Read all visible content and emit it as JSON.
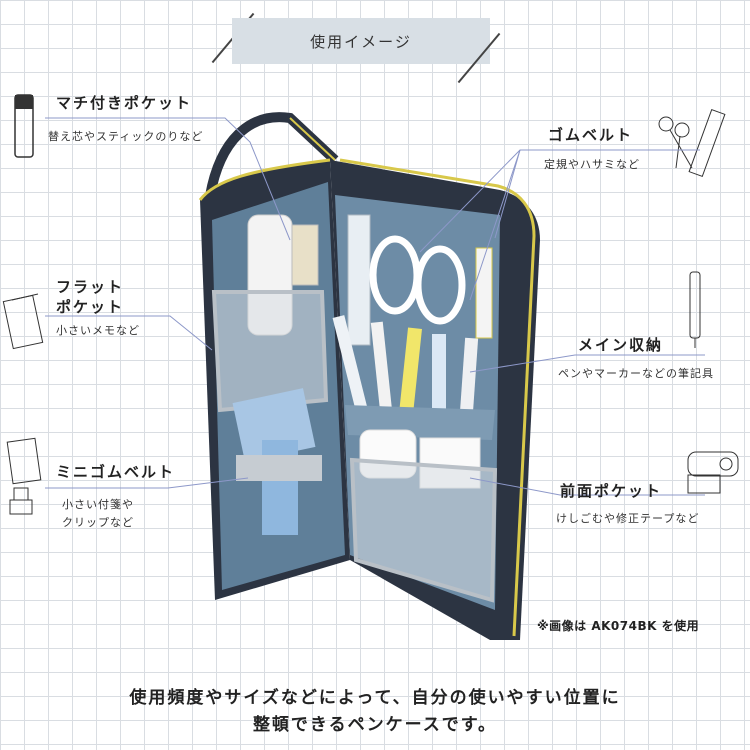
{
  "header": {
    "title": "使用イメージ"
  },
  "callouts": {
    "gusset_pocket": {
      "title": "マチ付きポケット",
      "desc": "替え芯やスティックのりなど"
    },
    "rubber_belt": {
      "title": "ゴムベルト",
      "desc": "定規やハサミなど"
    },
    "flat_pocket": {
      "title_line1": "フラット",
      "title_line2": "ポケット",
      "desc": "小さいメモなど"
    },
    "main_storage": {
      "title": "メイン収納",
      "desc": "ペンやマーカーなどの筆記具"
    },
    "mini_rubber_belt": {
      "title": "ミニゴムベルト",
      "desc_line1": "小さい付箋や",
      "desc_line2": "クリップなど"
    },
    "front_pocket": {
      "title": "前面ポケット",
      "desc": "けしごむや修正テープなど"
    }
  },
  "note": "※画像は AK074BK を使用",
  "caption": {
    "line1": "使用頻度やサイズなどによって、自分の使いやすい位置に",
    "line2": "整頓できるペンケースです。"
  },
  "colors": {
    "case_body": "#2c3442",
    "case_lining": "#5f7f99",
    "zipper_accent": "#d8c84a",
    "grid_line": "#d9dde2"
  },
  "icons": [
    "glue-stick-icon",
    "scissors-icon",
    "ruler-icon",
    "memo-pad-icon",
    "pen-icon",
    "sticky-notes-icon",
    "binder-clip-icon",
    "correction-tape-icon",
    "eraser-icon"
  ]
}
